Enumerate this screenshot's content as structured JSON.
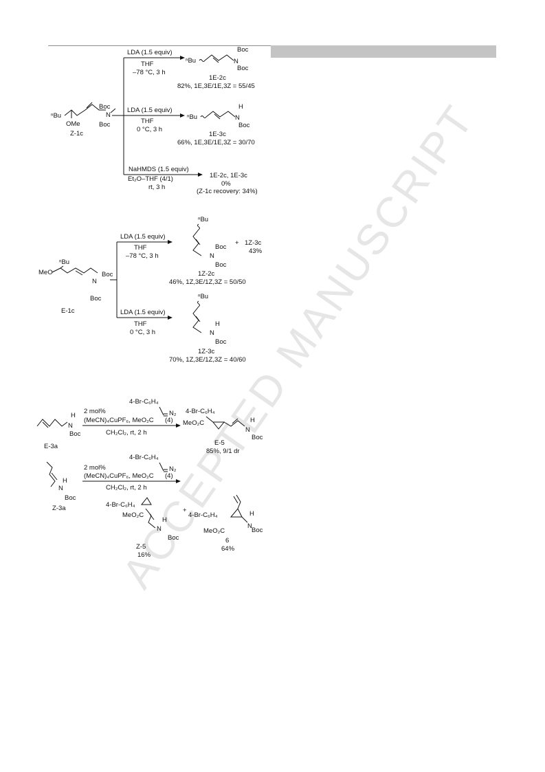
{
  "watermark": "ACCEPTED MANUSCRIPT",
  "common": {
    "nBu": "ⁿBu",
    "Boc": "Boc",
    "N": "N",
    "H": "H",
    "OMe": "OMe",
    "MeO": "MeO",
    "plus": "+",
    "THF": "THF",
    "lda": "LDA (1.5 equiv)",
    "cond_m78": "–78 °C, 3 h",
    "cond_0": "0 °C, 3 h",
    "rt2h": "rt, 2 h"
  },
  "scheme1": {
    "sm_label": "Z-1c",
    "r1_product": "1E-2c",
    "r1_result": "82%, 1E,3E/1E,3Z = 55/45",
    "r2_product": "1E-3c",
    "r2_result": "66%, 1E,3E/1E,3Z = 30/70",
    "r3_reagent": "NaHMDS (1.5 equiv)",
    "r3_solvent": "Et₂O–THF (4/1)",
    "r3_cond": "rt, 3 h",
    "r3_product": "1E-2c, 1E-3c",
    "r3_yield": "0%",
    "r3_recovery": "(Z-1c recovery: 34%)"
  },
  "scheme2": {
    "sm_label": "E-1c",
    "r1_product": "1Z-2c",
    "r1_extra": "1Z-3c",
    "r1_extra_yield": "43%",
    "r1_result": "46%, 1Z,3E/1Z,3Z = 50/50",
    "r2_product": "1Z-3c",
    "r2_result": "70%, 1Z,3E/1Z,3Z = 40/60"
  },
  "scheme3": {
    "cat": "2 mol%",
    "cat2": "(MeCN)₄CuPF₆,  MeO₂C",
    "diazo_aryl": "4-Br-C₆H₄",
    "diazo_n2": "N₂",
    "reagent_num": "(4)",
    "solvent": "CH₂Cl₂, rt, 2 h",
    "sm1": "E-3a",
    "sm2": "Z-3a",
    "aryl": "4-Br-C₆H₄",
    "ester": "MeO₂C",
    "p1_label": "E-5",
    "p1_result": "85%, 9/1 dr",
    "p2_label": "Z-5",
    "p2_yield": "16%",
    "p3_label": "6",
    "p3_yield": "64%"
  }
}
